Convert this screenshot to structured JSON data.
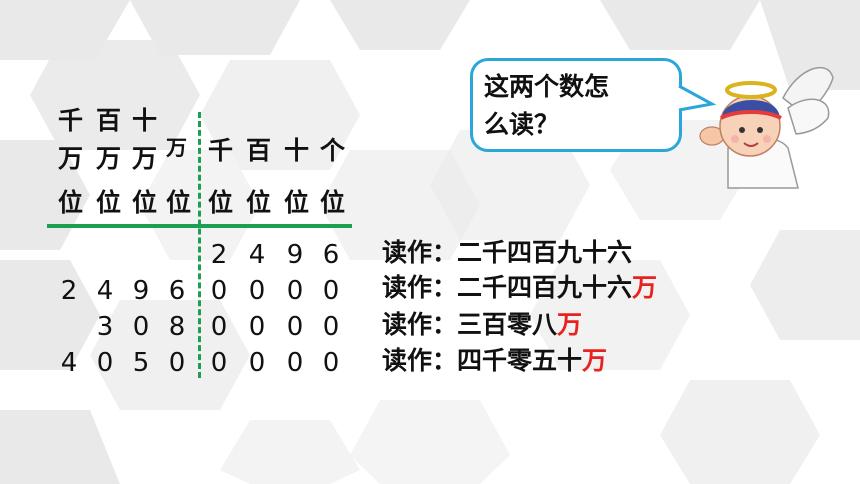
{
  "header": {
    "top_row": [
      "千",
      "百",
      "十"
    ],
    "wan_row": [
      "万",
      "万",
      "万"
    ],
    "wan_single": "万",
    "low_top": [
      "千",
      "百",
      "十",
      "个"
    ],
    "wei": [
      "位",
      "位",
      "位",
      "位",
      "位",
      "位",
      "位",
      "位"
    ]
  },
  "rows": [
    {
      "digits": [
        "",
        "",
        "",
        "",
        "2",
        "4",
        "9",
        "6"
      ],
      "reading_prefix": "读作：",
      "reading_main": "二千四百九十六",
      "reading_red": ""
    },
    {
      "digits": [
        "2",
        "4",
        "9",
        "6",
        "0",
        "0",
        "0",
        "0"
      ],
      "reading_prefix": "读作：",
      "reading_main": "二千四百九十六",
      "reading_red": "万"
    },
    {
      "digits": [
        "",
        "3",
        "0",
        "8",
        "0",
        "0",
        "0",
        "0"
      ],
      "reading_prefix": "读作：",
      "reading_main": "三百零八",
      "reading_red": "万"
    },
    {
      "digits": [
        "4",
        "0",
        "5",
        "0",
        "0",
        "0",
        "0",
        "0"
      ],
      "reading_prefix": "读作：",
      "reading_main": "四千零五十",
      "reading_red": "万"
    }
  ],
  "bubble": {
    "line1": "这两个数怎",
    "line2": "么读？"
  },
  "colors": {
    "green": "#1aa050",
    "red": "#e8221e",
    "bubble_border": "#2aa7d8"
  },
  "icons": {
    "character": "angel-character-icon"
  }
}
